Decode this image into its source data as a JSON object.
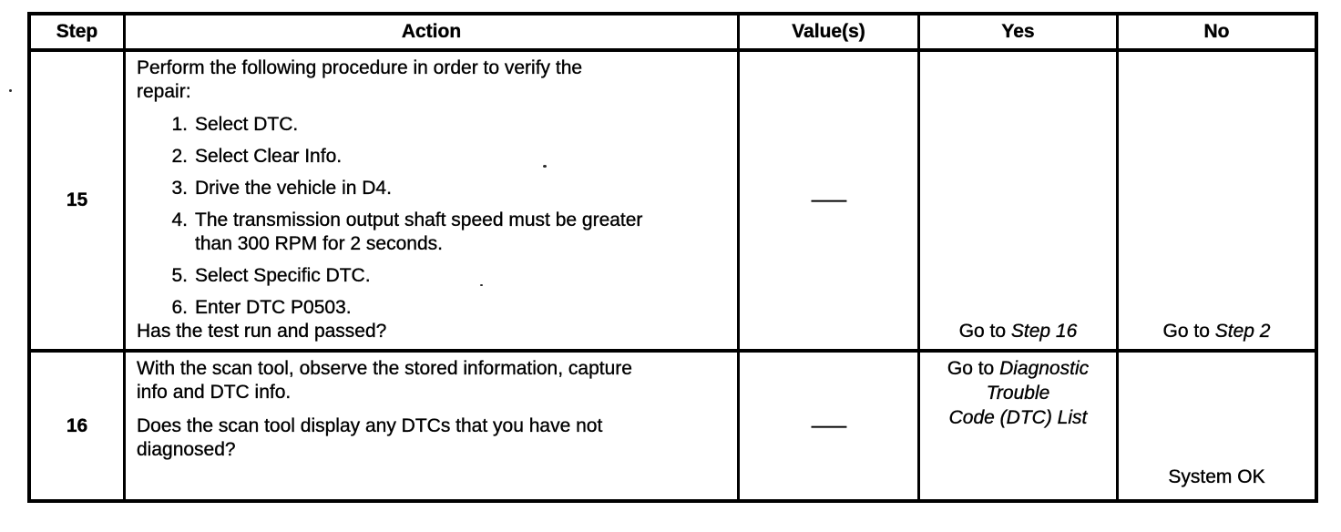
{
  "table": {
    "headers": {
      "step": "Step",
      "action": "Action",
      "values": "Value(s)",
      "yes": "Yes",
      "no": "No"
    },
    "rows": [
      {
        "step": "15",
        "action": {
          "intro": "Perform the following procedure in order to verify the\nrepair:",
          "items": [
            {
              "num": "1.",
              "text": "Select DTC."
            },
            {
              "num": "2.",
              "text": "Select Clear Info."
            },
            {
              "num": "3.",
              "text": "Drive the vehicle in D4."
            },
            {
              "num": "4.",
              "text": "The transmission output shaft speed must be greater\nthan 300 RPM for 2 seconds."
            },
            {
              "num": "5.",
              "text": "Select Specific DTC."
            },
            {
              "num": "6.",
              "text": "Enter DTC P0503."
            }
          ],
          "question": "Has the test run and passed?"
        },
        "value": "—",
        "yes": {
          "prefix": "Go to ",
          "target": "Step 16"
        },
        "no": {
          "prefix": "Go to ",
          "target": "Step 2"
        }
      },
      {
        "step": "16",
        "action": {
          "paragraphs": [
            "With the scan tool, observe the stored information, capture\ninfo and DTC info.",
            "Does the scan tool display any DTCs that you have not\ndiagnosed?"
          ]
        },
        "value": "—",
        "yes": {
          "prefix": "Go to ",
          "target_lines": [
            "Diagnostic",
            "Trouble",
            "Code (DTC) List"
          ]
        },
        "no": {
          "text": "System OK"
        }
      }
    ]
  },
  "colors": {
    "ink": "#000000",
    "paper": "#ffffff"
  }
}
